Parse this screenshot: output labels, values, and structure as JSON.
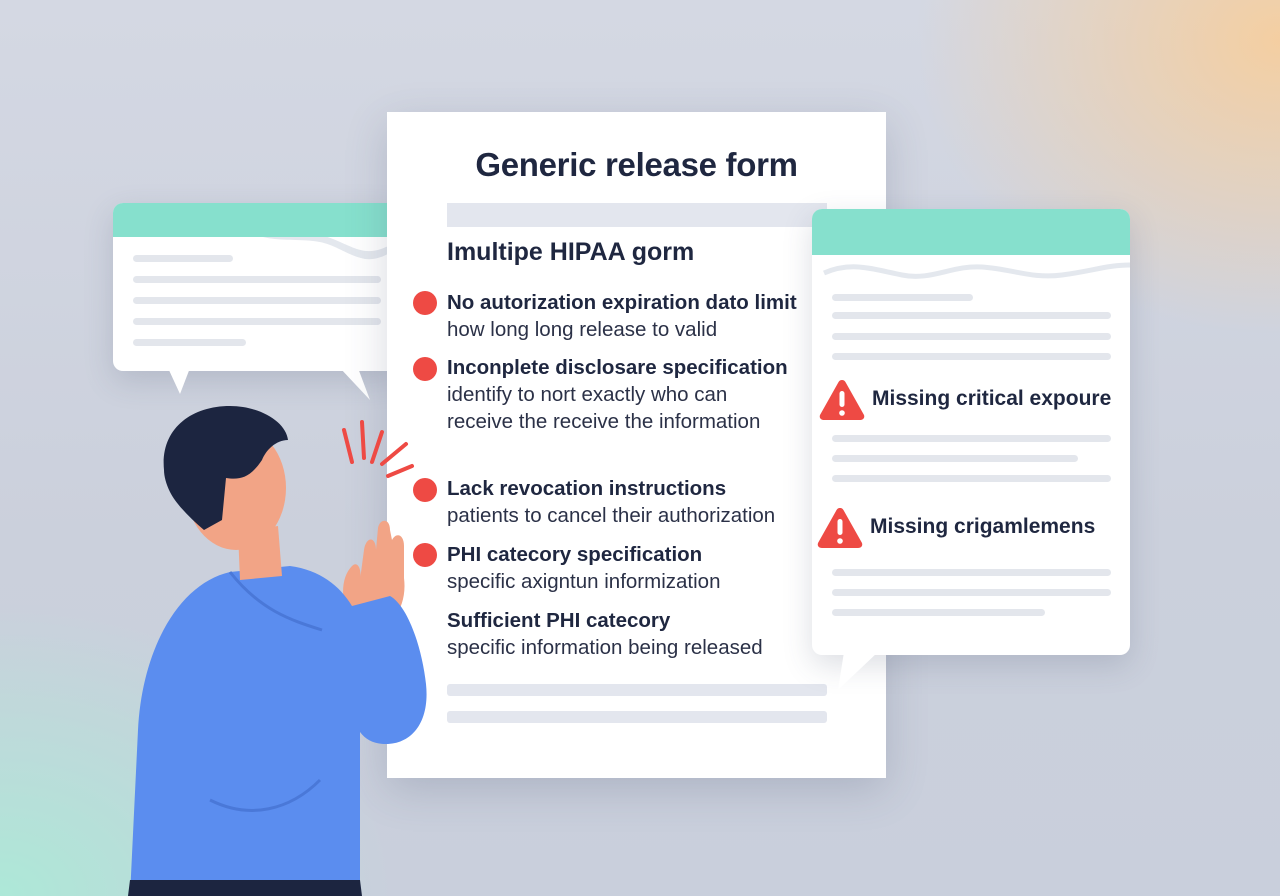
{
  "document": {
    "title": "Generic release form",
    "subtitle": "Imultipe HIPAA gorm",
    "issues": [
      {
        "title": "No autorization expiration dato limit",
        "detail": "how long long release to valid",
        "marker": "red-dot"
      },
      {
        "title": "Inconplete disclosare specification",
        "detail": "identify to nort exactly who can",
        "detail2": "receive the receive the information",
        "marker": "red-dot"
      },
      {
        "title": "Lack revocation instructions",
        "detail": "patients to cancel their authorization",
        "marker": "red-dot"
      },
      {
        "title": "PHI catecory specification",
        "detail": "specific axigntun informization",
        "marker": "red-dot"
      },
      {
        "title": "Sufficient PHI catecory",
        "detail": "specific information being released",
        "marker": "none"
      }
    ]
  },
  "right_panel": {
    "warnings": [
      {
        "label": "Missing critical expoure",
        "icon": "warning-triangle-icon"
      },
      {
        "label": "Missing crigamlemens",
        "icon": "warning-triangle-icon"
      }
    ]
  },
  "colors": {
    "panel_header": "#86e0cd",
    "alert_red": "#ee4a44",
    "shirt_blue": "#5b8def",
    "hair": "#1c2540",
    "text_dark": "#1f2740"
  }
}
